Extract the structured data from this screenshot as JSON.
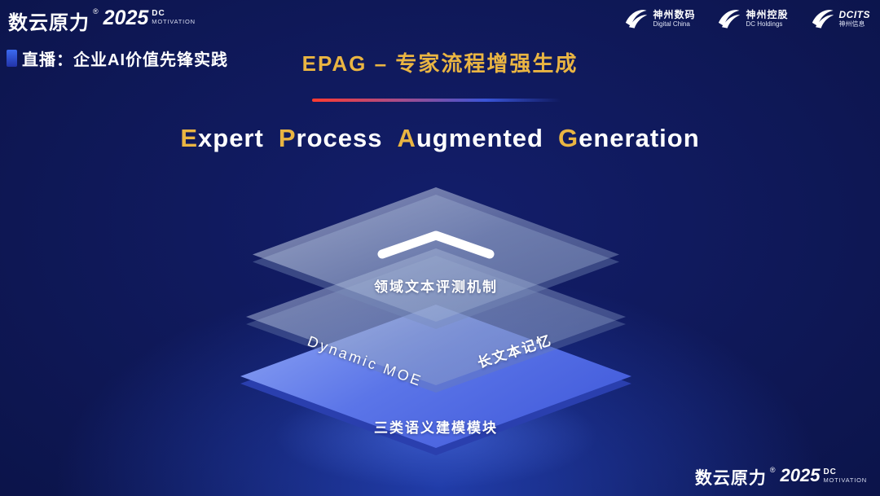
{
  "colors": {
    "gold": "#eab542",
    "accent_red": "#ff3b30",
    "layer_blue": "#4a66e0",
    "background_deep": "#060a28"
  },
  "brand": {
    "name": "数云原力",
    "reg": "®",
    "year": "2025",
    "dc": "DC",
    "motivation": "MOTIVATION"
  },
  "header": {
    "live": "直播：企业AI价值先锋实践",
    "title_cn": "EPAG – 专家流程增强生成",
    "partners": [
      {
        "cn": "神州数码",
        "en": "Digital China"
      },
      {
        "cn": "神州控股",
        "en": "DC Holdings"
      },
      {
        "cn": "DCITS",
        "en": "神州信息"
      }
    ]
  },
  "title_en": {
    "words": [
      {
        "head": "E",
        "rest": "xpert"
      },
      {
        "head": "P",
        "rest": "rocess"
      },
      {
        "head": "A",
        "rest": "ugmented"
      },
      {
        "head": "G",
        "rest": "eneration"
      }
    ]
  },
  "diagram": {
    "top_label": "领域文本评测机制",
    "mid_left_label": "Dynamic MOE",
    "mid_right_label": "长文本记忆",
    "bottom_label": "三类语义建模模块"
  }
}
